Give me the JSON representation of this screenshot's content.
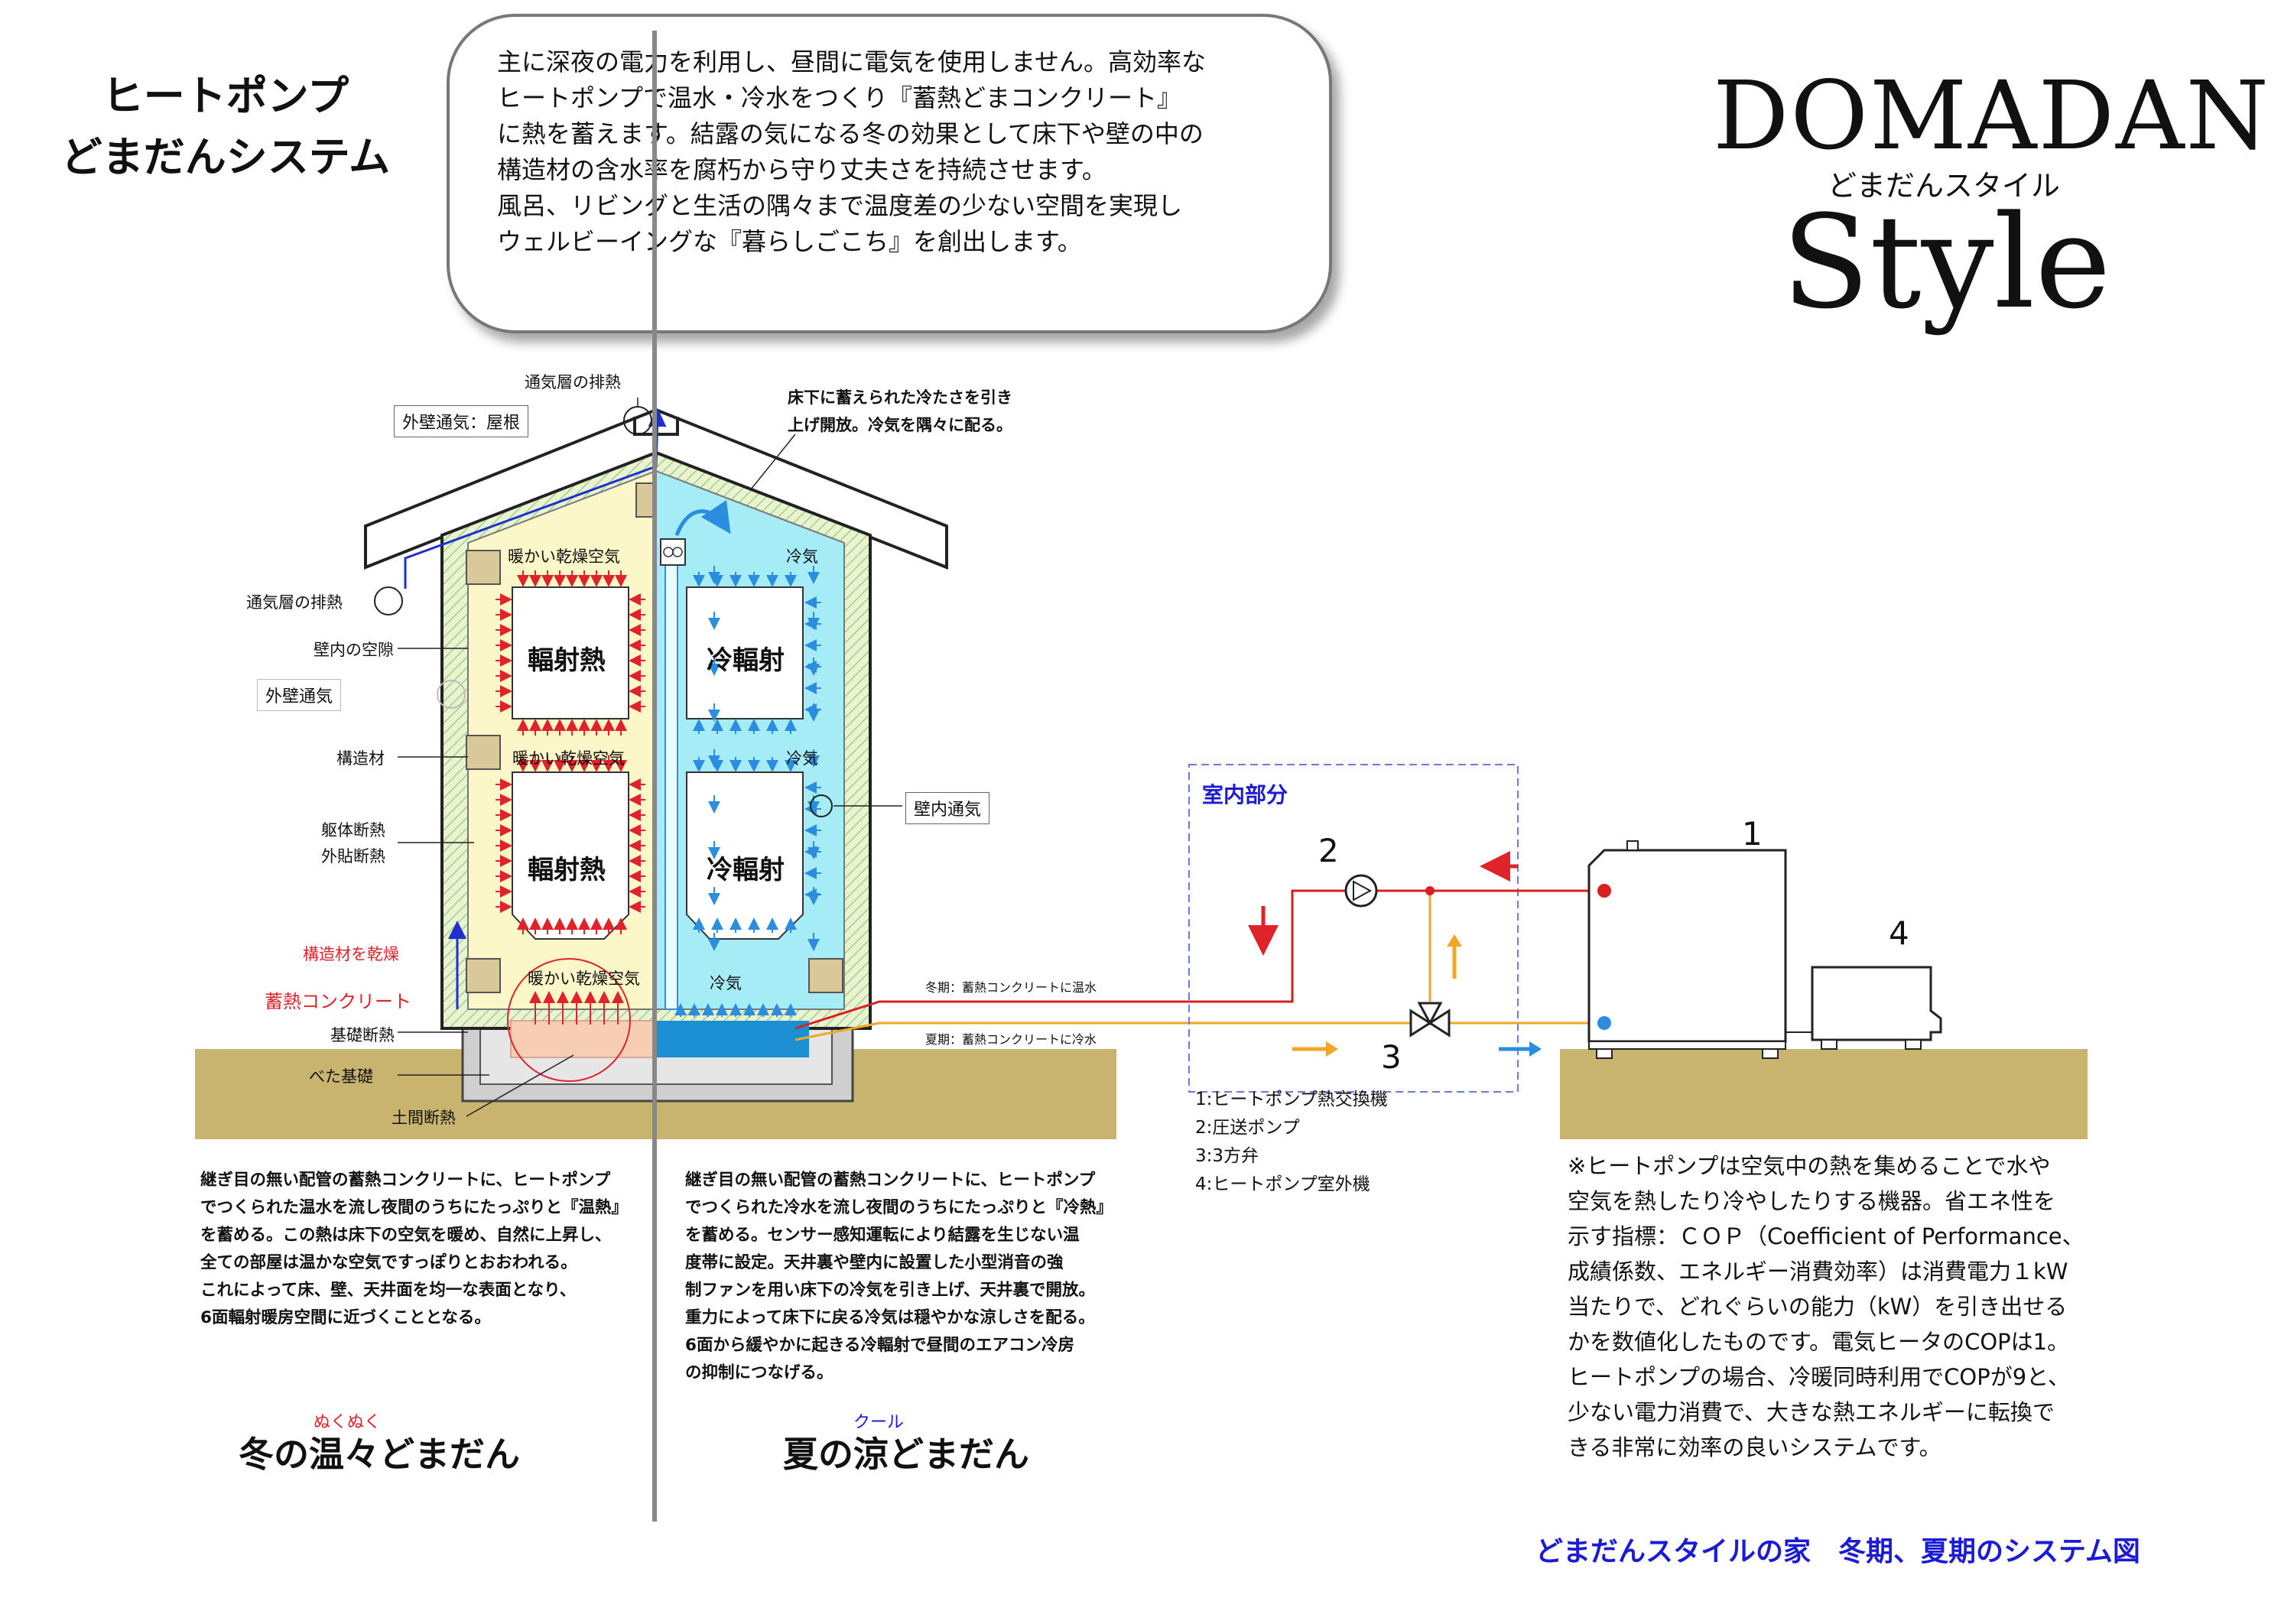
{
  "title": {
    "line1": "ヒートポンプ",
    "line2": "どまだんシステム"
  },
  "intro": {
    "lines": [
      "主に深夜の電力を利用し、昼間に電気を使用しません。高効率な",
      "ヒートポンプで温水・冷水をつくり『蓄熱どまコンクリート』",
      "に熱を蓄えます。結露の気になる冬の効果として床下や壁の中の",
      "構造材の含水率を腐朽から守り丈夫さを持続させます。",
      "風呂、リビングと生活の隅々まで温度差の少ない空間を実現し",
      "ウェルビーイングな『暮らしごこち』を創出します。"
    ]
  },
  "logo": {
    "main": "DOMADAN",
    "sub": "どまだんスタイル",
    "style": "Style"
  },
  "house": {
    "left_labels": {
      "vent_exhaust_top": "通気層の排熱",
      "roof_vent": "外壁通気：屋根",
      "vent_exhaust_side": "通気層の排熱",
      "wall_gap": "壁内の空隙",
      "ext_vent": "外壁通気",
      "structure": "構造材",
      "insulation1": "躯体断熱",
      "insulation2": "外貼断熱",
      "structure_dry": "構造材を乾燥",
      "storage_concrete": "蓄熱コンクリート",
      "base_insulation": "基礎断熱",
      "slab": "べた基礎",
      "earth_insulation": "土間断熱"
    },
    "summer_top_note": [
      "床下に蓄えられた冷たさを引き",
      "上げ開放。冷気を隅々に配る。"
    ],
    "wall_vent": "壁内通気",
    "warm_air": "暖かい乾燥空気",
    "cool_air": "冷気",
    "radiant_heat": "輻射熱",
    "cool_radiant": "冷輻射"
  },
  "pipes": {
    "winter": "冬期：蓄熱コンクリートに温水",
    "summer": "夏期：蓄熱コンクリートに冷水"
  },
  "indoor_label": "室内部分",
  "component_numbers": [
    "1",
    "2",
    "3",
    "4"
  ],
  "legend": [
    "1:ヒートポンプ熱交換機",
    "2:圧送ポンプ",
    "3:3方弁",
    "4:ヒートポンプ室外機"
  ],
  "winter_text": [
    "継ぎ目の無い配管の蓄熱コンクリートに、ヒートポンプ",
    "でつくられた温水を流し夜間のうちにたっぷりと『温熱』",
    "を蓄める。この熱は床下の空気を暖め、自然に上昇し、",
    "全ての部屋は温かな空気ですっぽりとおおわれる。",
    "これによって床、壁、天井面を均一な表面となり、",
    "6面輻射暖房空間に近づくこととなる。"
  ],
  "summer_text": [
    "継ぎ目の無い配管の蓄熱コンクリートに、ヒートポンプ",
    "でつくられた冷水を流し夜間のうちにたっぷりと『冷熱』",
    "を蓄める。センサー感知運転により結露を生じない温",
    "度帯に設定。天井裏や壁内に設置した小型消音の強",
    "制ファンを用い床下の冷気を引き上げ、天井裏で開放。",
    "重力によって床下に戻る冷気は穏やかな涼しさを配る。",
    "6面から緩やかに起きる冷輻射で昼間のエアコン冷房",
    "の抑制につなげる。"
  ],
  "heat_pump_note": [
    "※ヒートポンプは空気中の熱を集めることで水や",
    "空気を熱したり冷やしたりする機器。省エネ性を",
    "示す指標：ＣＯＰ（Coefficient of Performance、",
    "成績係数、エネルギー消費効率）は消費電力１kW",
    "当たりで、どれぐらいの能力（kW）を引き出せる",
    "かを数値化したものです。電気ヒータのCOPは1。",
    "ヒートポンプの場合、冷暖同時利用でCOPが9と、",
    "少ない電力消費で、大きな熱エネルギーに転換で",
    "きる非常に効率の良いシステムです。"
  ],
  "winter_title": {
    "ruby": "ぬくぬく",
    "text": "冬の温々どまだん"
  },
  "summer_title": {
    "ruby": "クール",
    "text": "夏の涼どまだん"
  },
  "footer": "どまだんスタイルの家　冬期、夏期のシステム図",
  "colors": {
    "warm_arrow": "#e0222a",
    "cool_arrow": "#2a8de0",
    "summer_interior": "#a6ecf7",
    "winter_interior": "#fbf7c8",
    "ground": "#c8b46f",
    "pipe_winter": "#d91f1f",
    "pipe_summer": "#f2a623",
    "accent_blue": "#1b1bd6"
  }
}
